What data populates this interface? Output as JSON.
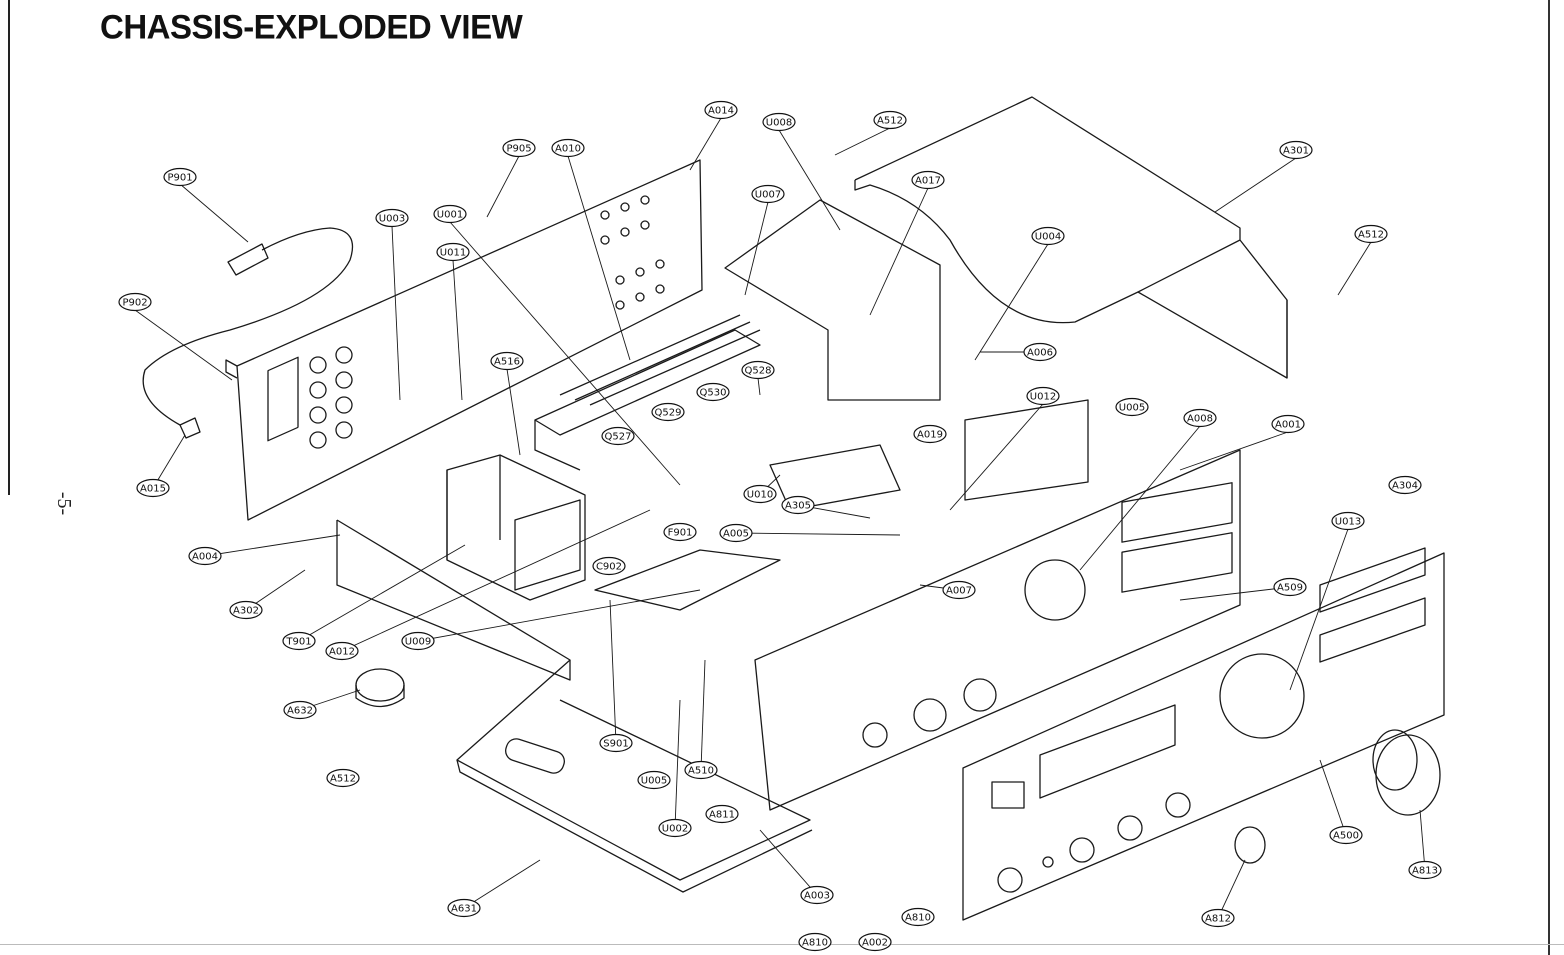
{
  "title": "CHASSIS-EXPLODED VIEW",
  "page_number": "-5-",
  "part_labels": [
    "A014",
    "U008",
    "A512",
    "A301",
    "P905",
    "A010",
    "P901",
    "U007",
    "A017",
    "U003",
    "U001",
    "U011",
    "A512",
    "U004",
    "P902",
    "A006",
    "A516",
    "Q528",
    "Q530",
    "Q529",
    "A019",
    "Q527",
    "U012",
    "U005",
    "A008",
    "A001",
    "A015",
    "U010",
    "A305",
    "A304",
    "U013",
    "F901",
    "A004",
    "A005",
    "A007",
    "C902",
    "A509",
    "A302",
    "T901",
    "A012",
    "U009",
    "A632",
    "S901",
    "A510",
    "A512",
    "U005",
    "A811",
    "A500",
    "A813",
    "U002",
    "A003",
    "A631",
    "A810",
    "A812",
    "A002",
    "A810"
  ]
}
